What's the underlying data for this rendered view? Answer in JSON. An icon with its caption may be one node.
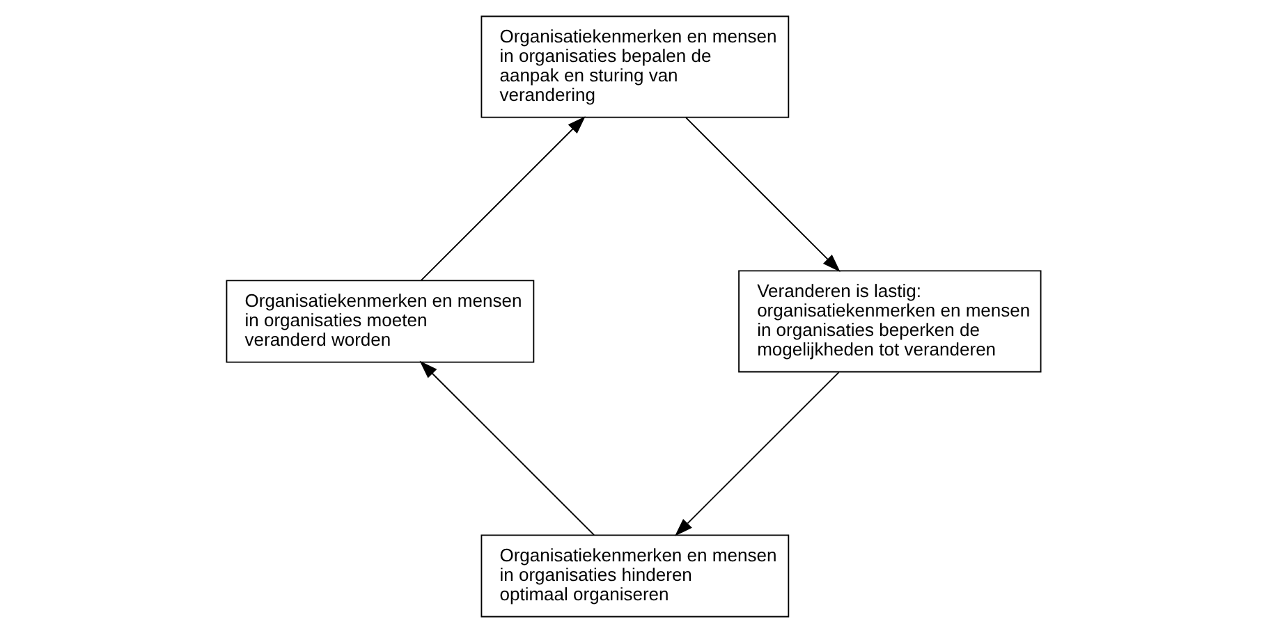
{
  "diagram": {
    "nodes": [
      {
        "text": [
          "Organisatiekenmerken en mensen in organisaties hinderen optimaal organiseren"
        ]
      },
      {
        "text": [
          "Organisatiekenmerken en mensen in organisaties moeten veranderd worden"
        ]
      },
      {
        "text": [
          "Organisatiekenmerken en mensen in organisaties bepalen de aanpak en sturing van verandering"
        ]
      },
      {
        "text": [
          "Veranderen is lastig: organisatiekenmerken en mensen in organisaties beperken de mogelijkheden tot veranderen"
        ]
      }
    ],
    "edges": [
      {
        "from": 0,
        "to": 1,
        "arrow": "to"
      },
      {
        "from": 1,
        "to": 2,
        "arrow": "to"
      },
      {
        "from": 2,
        "to": 3,
        "arrow": "to"
      },
      {
        "from": 3,
        "to": 0,
        "arrow": "to"
      }
    ]
  }
}
